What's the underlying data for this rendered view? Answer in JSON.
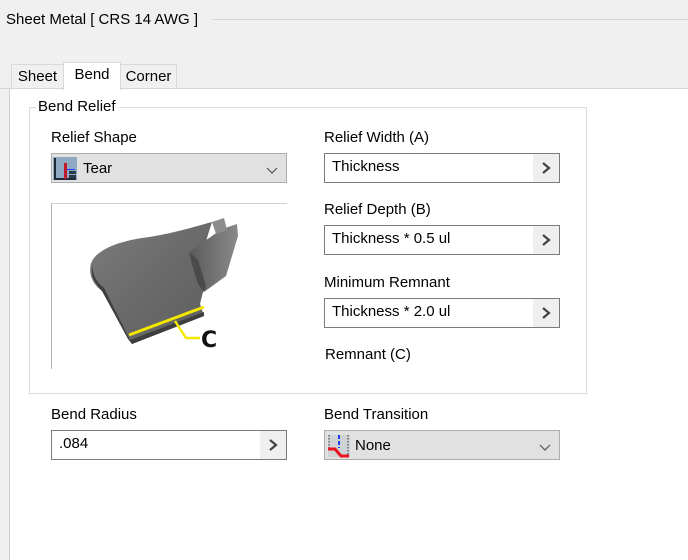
{
  "header": {
    "title": "Sheet Metal [ CRS 14 AWG ]"
  },
  "tabs": [
    {
      "label": "Sheet",
      "active": false
    },
    {
      "label": "Bend",
      "active": true
    },
    {
      "label": "Corner",
      "active": false
    }
  ],
  "bend_relief": {
    "group_label": "Bend Relief",
    "relief_shape": {
      "label": "Relief Shape",
      "value": "Tear",
      "icon": "tear-relief-icon"
    },
    "relief_width": {
      "label": "Relief Width (A)",
      "value": "Thickness",
      "button_icon": "chevron-right-icon"
    },
    "relief_depth": {
      "label": "Relief Depth (B)",
      "value": "Thickness * 0.5 ul",
      "button_icon": "chevron-right-icon"
    },
    "minimum_remnant": {
      "label": "Minimum Remnant",
      "value": "Thickness * 2.0 ul",
      "button_icon": "chevron-right-icon"
    },
    "remnant_label": "Remnant (C)",
    "preview": {
      "callout_letter": "C",
      "highlight_color": "#f5e800"
    }
  },
  "bend_radius": {
    "label": "Bend Radius",
    "value": ".084",
    "button_icon": "chevron-right-icon"
  },
  "bend_transition": {
    "label": "Bend Transition",
    "value": "None",
    "icon": "bend-transition-none-icon"
  },
  "colors": {
    "window_bg": "#f0f0f0",
    "panel_bg": "#ffffff",
    "field_border": "#7a7a7a",
    "combo_bg": "#e1e1e1",
    "icon_red": "#e8141e",
    "icon_blue": "#1a3cff"
  }
}
